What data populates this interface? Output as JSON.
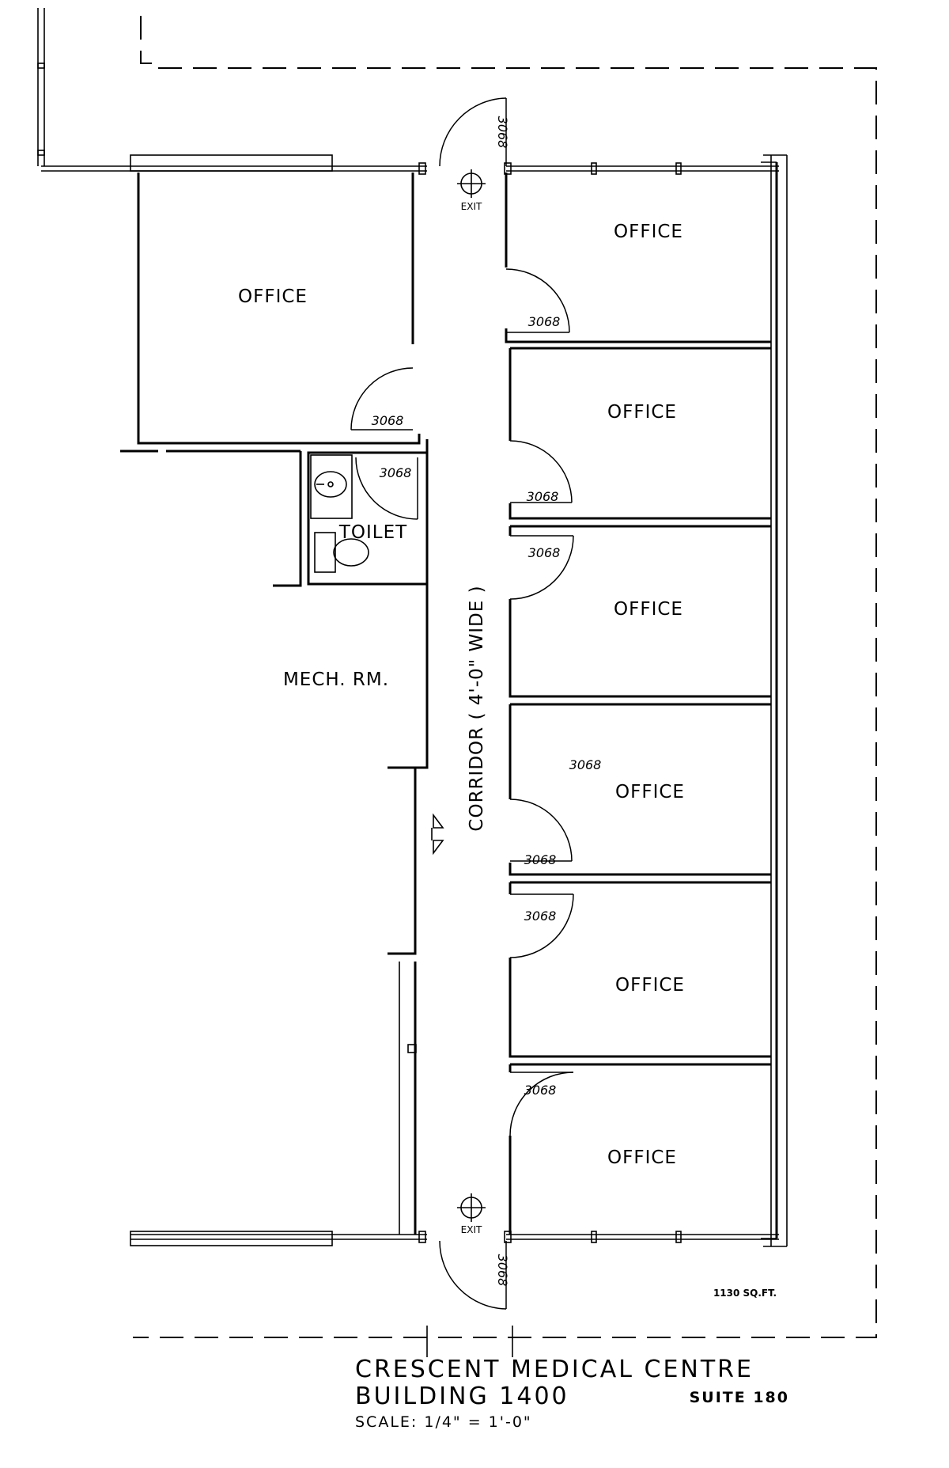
{
  "rooms": [
    {
      "label": "OFFICE"
    },
    {
      "label": "OFFICE"
    },
    {
      "label": "OFFICE"
    },
    {
      "label": "OFFICE"
    },
    {
      "label": "OFFICE"
    },
    {
      "label": "OFFICE"
    },
    {
      "label": "OFFICE"
    },
    {
      "label": "TOILET"
    },
    {
      "label": "MECH. RM."
    }
  ],
  "corridor_label": "CORRIDOR  ( 4'-0\" WIDE )",
  "exit_label": "EXIT",
  "door_code": "3068",
  "area": "1130 SQ.FT.",
  "title": {
    "name": "CRESCENT MEDICAL CENTRE",
    "building": "BUILDING 1400",
    "suite": "SUITE 180",
    "scale": "SCALE: 1/4\" = 1'-0\""
  }
}
